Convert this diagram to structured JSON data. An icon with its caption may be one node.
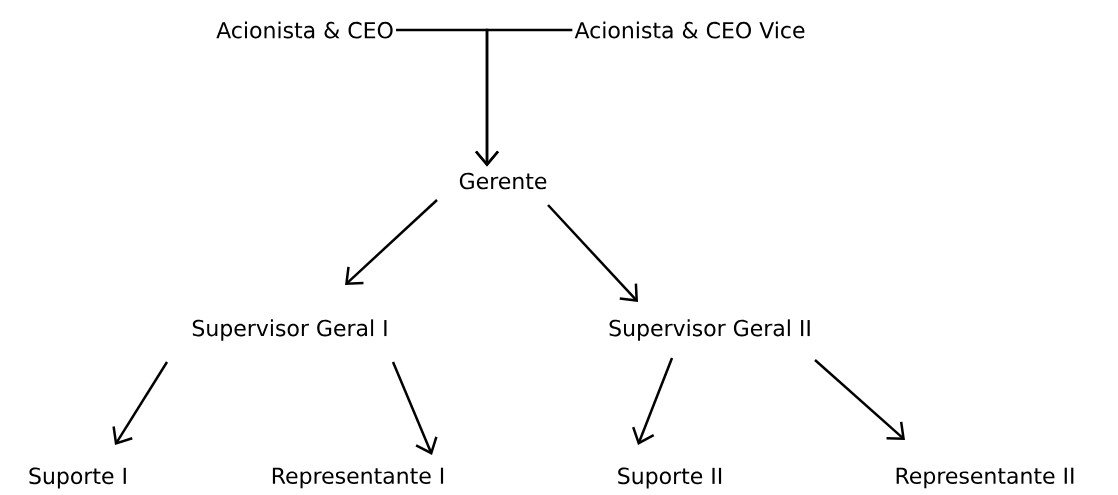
{
  "diagram": {
    "nodes": [
      {
        "text": [
          "Acionista & CEO"
        ]
      },
      {
        "text": [
          "Acionista & CEO Vice"
        ]
      },
      {
        "text": [
          "Gerente"
        ]
      },
      {
        "text": [
          "Supervisor Geral I"
        ]
      },
      {
        "text": [
          "Supervisor Geral II"
        ]
      },
      {
        "text": [
          "Suporte I"
        ]
      },
      {
        "text": [
          "Representante I"
        ]
      },
      {
        "text": [
          "Suporte II"
        ]
      },
      {
        "text": [
          "Representante II"
        ]
      }
    ],
    "edges": [
      {
        "from": 0,
        "to": 2,
        "arrow": "to"
      },
      {
        "from": 1,
        "to": 2,
        "arrow": "to"
      },
      {
        "from": 2,
        "to": 3,
        "arrow": "to"
      },
      {
        "from": 2,
        "to": 4,
        "arrow": "to"
      },
      {
        "from": 3,
        "to": 5,
        "arrow": "to"
      },
      {
        "from": 3,
        "to": 6,
        "arrow": "to"
      },
      {
        "from": 4,
        "to": 7,
        "arrow": "to"
      },
      {
        "from": 4,
        "to": 8,
        "arrow": "to"
      }
    ]
  }
}
